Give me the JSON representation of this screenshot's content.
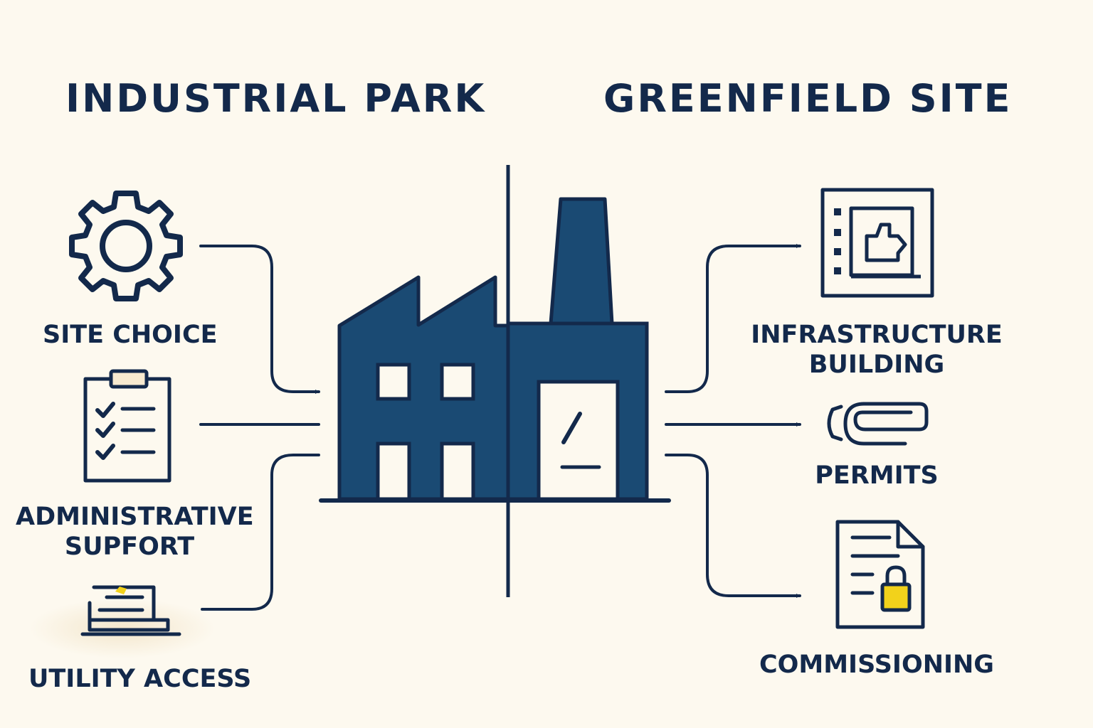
{
  "titles": {
    "left": "INDUSTRIAL PARK",
    "right": "GREENFIELD SITE"
  },
  "left_items": {
    "site_choice": [
      "SITE CHOICE"
    ],
    "administrative_support": [
      "ADMINISTRATIVE",
      "SUPFORT"
    ],
    "utility_access": [
      "UTILITY ACCESS"
    ]
  },
  "right_items": {
    "infrastructure_building": [
      "INFRASTRUCTURE",
      "BUILDING"
    ],
    "permits": [
      "PERMITS"
    ],
    "commissioning": [
      "COMMISSIONING"
    ]
  },
  "icons": {
    "site_choice": "gear-icon",
    "administrative_support": "checklist-clipboard-icon",
    "utility_access": "utility-terminal-icon",
    "infrastructure_building": "blueprint-frame-icon",
    "permits": "paperclip-icon",
    "commissioning": "locked-document-icon",
    "center": "factory-icon"
  },
  "colors": {
    "background": "#fdf9ef",
    "ink": "#13294b",
    "factory_fill": "#1a4a73",
    "accent_yellow": "#f2d21b"
  }
}
